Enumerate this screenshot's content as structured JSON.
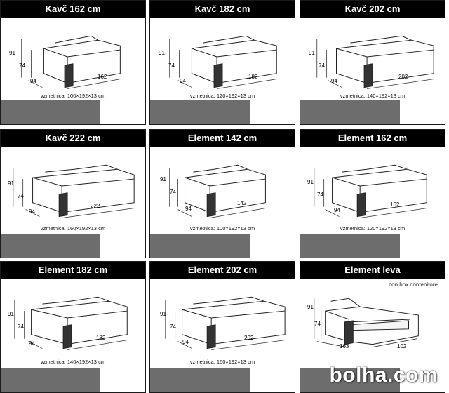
{
  "cards": [
    {
      "title": "Kavč 162 cm",
      "depth": "94",
      "height_total": "91",
      "height_seat": "74",
      "width": "162",
      "caption": "vzmetnica: 100×192×13 cm"
    },
    {
      "title": "Kavč 182 cm",
      "depth": "94",
      "height_total": "91",
      "height_seat": "74",
      "width": "182",
      "caption": "vzmetnica: 120×192×13 cm"
    },
    {
      "title": "Kavč 202 cm",
      "depth": "94",
      "height_total": "91",
      "height_seat": "74",
      "width": "202",
      "caption": "vzmetnica: 140×192×13 cm"
    },
    {
      "title": "Kavč 222 cm",
      "depth": "94",
      "height_total": "91",
      "height_seat": "74",
      "width": "222",
      "caption": "vzmetnica: 160×192×13 cm"
    },
    {
      "title": "Element 142 cm",
      "depth": "94",
      "height_total": "91",
      "height_seat": "74",
      "width": "142",
      "caption": "vzmetnica: 100×192×13 cm"
    },
    {
      "title": "Element 162 cm",
      "depth": "94",
      "height_total": "91",
      "height_seat": "74",
      "width": "162",
      "caption": "vzmetnica: 120×192×13 cm"
    },
    {
      "title": "Element 182 cm",
      "depth": "94",
      "height_total": "91",
      "height_seat": "74",
      "width": "182",
      "caption": "vzmetnica: 140×192×13 cm"
    },
    {
      "title": "Element 202 cm",
      "depth": "94",
      "height_total": "91",
      "height_seat": "74",
      "width": "202",
      "caption": "vzmetnica: 160×192×13 cm"
    },
    {
      "title": "Element leva",
      "depth": "163",
      "height_total": "91",
      "height_seat": "74",
      "width": "102",
      "caption": "",
      "extra_label": "con box contenitore"
    }
  ],
  "watermark": "bolha.com"
}
